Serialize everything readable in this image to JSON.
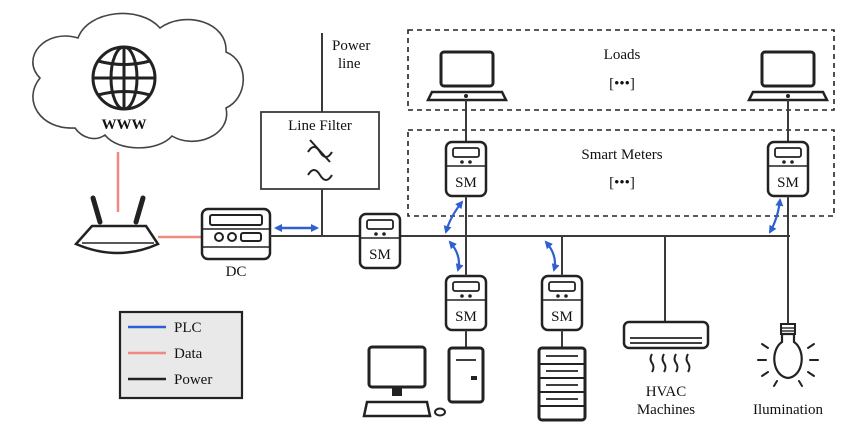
{
  "cloud": {
    "label": "WWW"
  },
  "power_line": {
    "label_line1": "Power",
    "label_line2": "line"
  },
  "line_filter": {
    "label": "Line Filter"
  },
  "dc": {
    "label": "DC"
  },
  "loads": {
    "title": "Loads",
    "ellipsis": "[•••]"
  },
  "smart_meters": {
    "title": "Smart Meters",
    "ellipsis": "[•••]"
  },
  "meter_label": "SM",
  "devices": {
    "hvac_line1": "HVAC",
    "hvac_line2": "Machines",
    "illumination": "Ilumination"
  },
  "legend": {
    "items": [
      {
        "label": "PLC",
        "color": "#2f5fd0"
      },
      {
        "label": "Data",
        "color": "#f08a80"
      },
      {
        "label": "Power",
        "color": "#222222"
      }
    ]
  },
  "colors": {
    "plc": "#2f5fd0",
    "data": "#f08a80",
    "power": "#3a3a3a",
    "legend_bg": "#e9e9e9"
  },
  "icons": [
    "globe-icon",
    "cloud-icon",
    "router-icon",
    "filter-icon",
    "laptop-icon",
    "desktop-computer-icon",
    "server-rack-icon",
    "air-conditioner-icon",
    "light-bulb-icon",
    "smart-meter-icon"
  ]
}
